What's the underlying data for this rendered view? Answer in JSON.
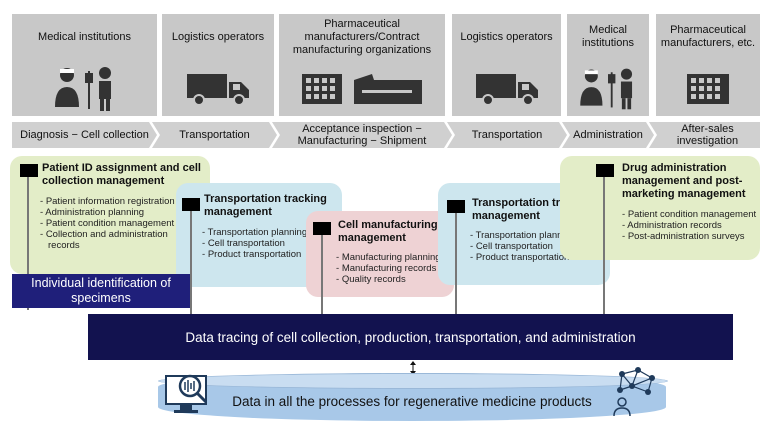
{
  "actors": [
    {
      "label": "Medical institutions",
      "icon": "doctor-patient-icon"
    },
    {
      "label": "Logistics operators",
      "icon": "truck-icon"
    },
    {
      "label": "Pharmaceutical manufacturers/Contract manufacturing organizations",
      "icon": "factory-icon"
    },
    {
      "label": "Logistics operators",
      "icon": "truck-icon"
    },
    {
      "label": "Medical institutions",
      "icon": "doctor-patient-icon"
    },
    {
      "label": "Pharmaceutical manufacturers, etc.",
      "icon": "building-icon"
    }
  ],
  "stages": [
    {
      "label": "Diagnosis − Cell collection"
    },
    {
      "label": "Transportation"
    },
    {
      "label": "Acceptance inspection − Manufacturing − Shipment"
    },
    {
      "label": "Transportation"
    },
    {
      "label": "Administration"
    },
    {
      "label": "After-sales investigation"
    }
  ],
  "panels": {
    "patient": {
      "title": "Patient ID assignment and cell collection management",
      "items": [
        "Patient information registration",
        "Administration planning",
        "Patient condition management",
        "Collection and administration records"
      ]
    },
    "transport1": {
      "title": "Transportation tracking management",
      "items": [
        "Transportation planning",
        "Cell transportation",
        "Product transportation"
      ]
    },
    "cell_mfg": {
      "title": "Cell manufacturing management",
      "items": [
        "Manufacturing planning",
        "Manufacturing records",
        "Quality records"
      ]
    },
    "transport2": {
      "title": "Transportation tracking management",
      "items": [
        "Transportation planning",
        "Cell transportation",
        "Product transportation"
      ]
    },
    "drug_admin": {
      "title": "Drug administration management and post-marketing management",
      "items": [
        "Patient condition management",
        "Administration records",
        "Post-administration surveys"
      ]
    }
  },
  "id_box": "Individual identification of specimens",
  "trace_bar": "Data tracing of cell collection, production, transportation, and administration",
  "data_label": "Data in all the processes for regenerative medicine products",
  "colors": {
    "actor_bg": "#c8c8c8",
    "patient_panel": "#e3edc8",
    "transport_panel": "#cde6ee",
    "mfg_panel": "#eed2d4",
    "id_box": "#1f1f7a",
    "trace_bar": "#12124f",
    "data_cylinder": "#a8c8e8"
  }
}
